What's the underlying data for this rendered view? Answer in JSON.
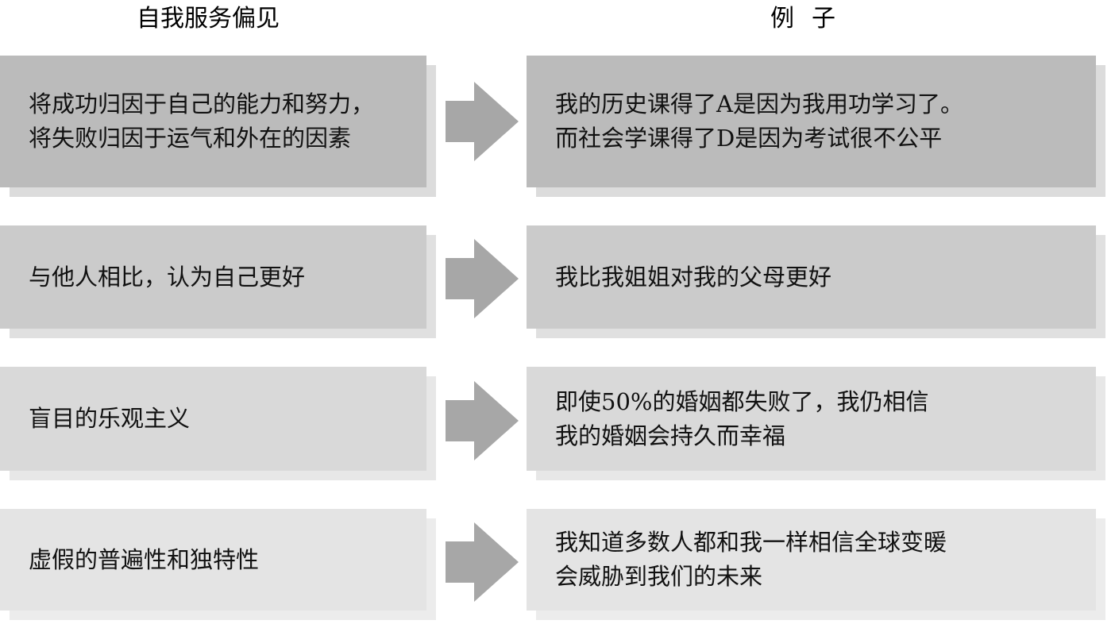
{
  "headers": {
    "left": "自我服务偏见",
    "right": "例子"
  },
  "colors": {
    "arrow": "#a7a7a7",
    "rows": [
      {
        "box": "#bbbbbb",
        "shadow": "#dcdcdc"
      },
      {
        "box": "#cbcbcb",
        "shadow": "#e0e0e0"
      },
      {
        "box": "#d9d9d9",
        "shadow": "#e7e7e7"
      },
      {
        "box": "#e4e4e4",
        "shadow": "#ececec"
      }
    ]
  },
  "rows": [
    {
      "bias": [
        "将成功归因于自己的能力和努力，",
        "将失败归因于运气和外在的因素"
      ],
      "example": [
        "我的历史课得了A是因为我用功学习了。",
        "而社会学课得了D是因为考试很不公平"
      ]
    },
    {
      "bias": [
        "与他人相比，认为自己更好"
      ],
      "example": [
        "我比我姐姐对我的父母更好"
      ]
    },
    {
      "bias": [
        "盲目的乐观主义"
      ],
      "example": [
        "即使50%的婚姻都失败了，我仍相信",
        "我的婚姻会持久而幸福"
      ]
    },
    {
      "bias": [
        "虚假的普遍性和独特性"
      ],
      "example": [
        "我知道多数人都和我一样相信全球变暖",
        "会威胁到我们的未来"
      ]
    }
  ]
}
